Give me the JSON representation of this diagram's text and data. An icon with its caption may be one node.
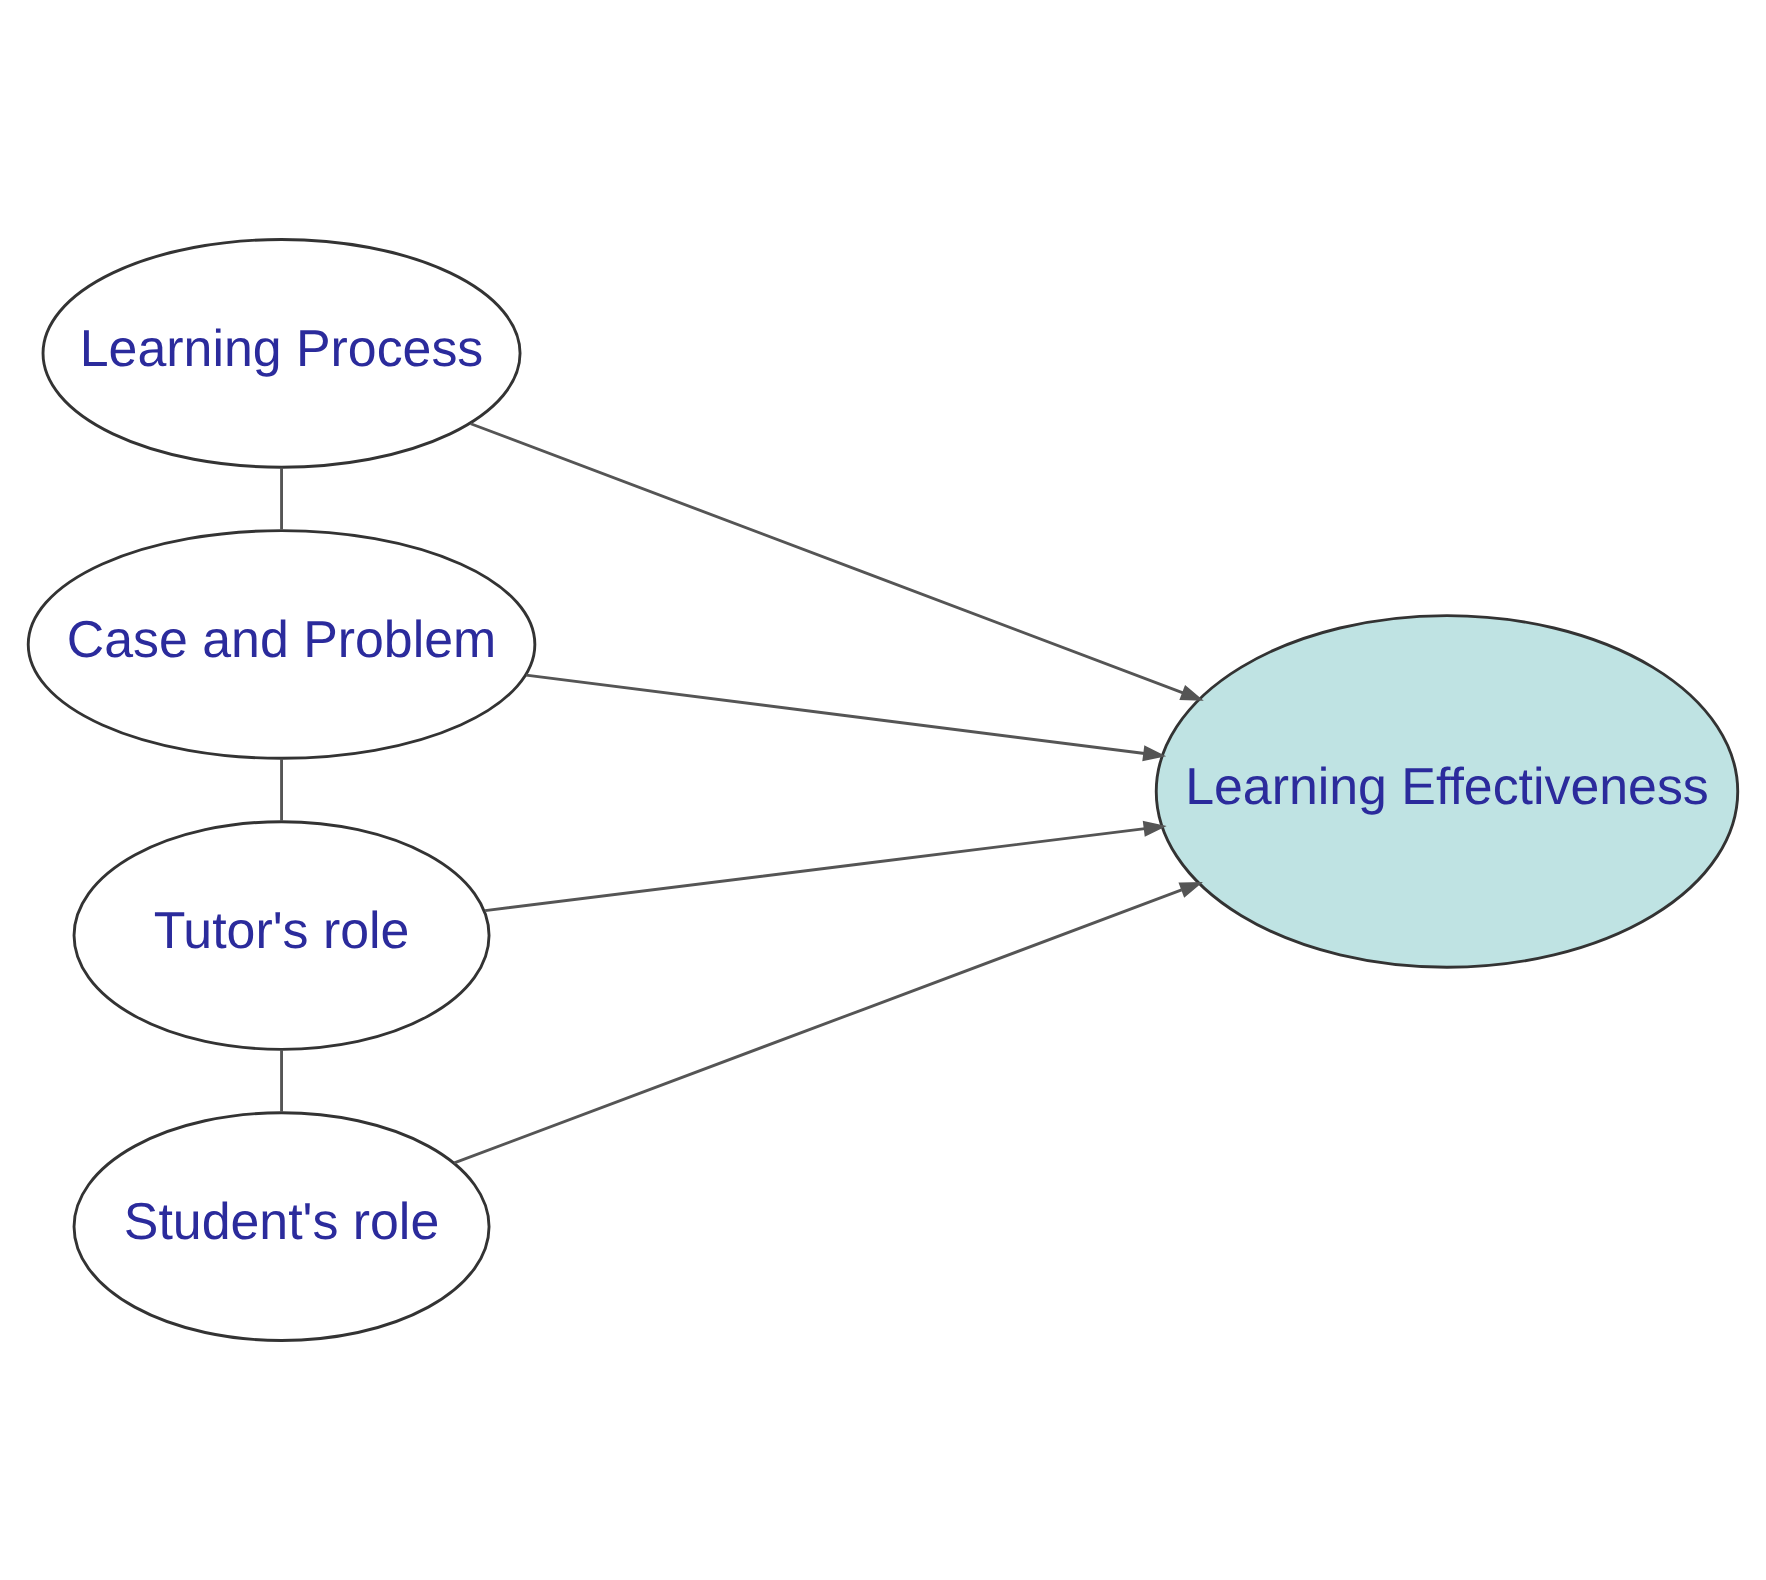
{
  "diagram": {
    "nodes": [
      {
        "text": [
          "Learning Process"
        ]
      },
      {
        "text": [
          "Case and Problem"
        ]
      },
      {
        "text": [
          "Tutor's role"
        ]
      },
      {
        "text": [
          "Student's role"
        ]
      },
      {
        "text": [
          "Learning Effectiveness"
        ]
      }
    ],
    "edges": [
      {
        "from": 0,
        "to": 1,
        "arrow": "none"
      },
      {
        "from": 1,
        "to": 2,
        "arrow": "none"
      },
      {
        "from": 2,
        "to": 3,
        "arrow": "none"
      },
      {
        "from": 0,
        "to": 4,
        "arrow": "to"
      },
      {
        "from": 1,
        "to": 4,
        "arrow": "to"
      },
      {
        "from": 2,
        "to": 4,
        "arrow": "to"
      },
      {
        "from": 3,
        "to": 4,
        "arrow": "to"
      }
    ]
  }
}
